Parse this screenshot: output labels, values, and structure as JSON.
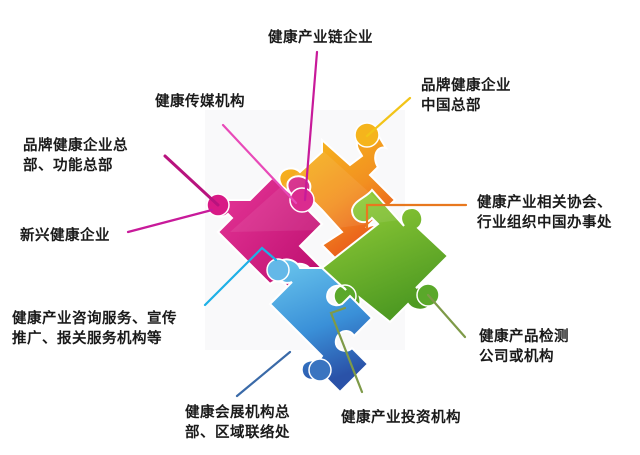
{
  "diagram": {
    "type": "puzzle-callout",
    "colors": {
      "magenta": "#d4147e",
      "orange": "#f0901c",
      "yellow": "#f5c21a",
      "green": "#6cb32a",
      "blue": "#3d97d8",
      "line_magenta": "#c81a9a",
      "line_pink": "#e84ab8",
      "line_yellow": "#f2c418",
      "line_orange": "#e8781e",
      "line_cyan": "#1eb0e6",
      "line_navy": "#3a6aa8",
      "line_olive": "#7e9a48"
    },
    "pieces": [
      {
        "name": "magenta-piece",
        "color": "magenta"
      },
      {
        "name": "orange-piece",
        "color": "orange"
      },
      {
        "name": "green-piece",
        "color": "green"
      },
      {
        "name": "blue-piece",
        "color": "blue"
      }
    ],
    "labels": {
      "industry_chain": [
        "健康产业链企业"
      ],
      "brand_china_hq": [
        "品牌健康企业",
        "中国总部"
      ],
      "media": [
        "健康传媒机构"
      ],
      "brand_hq": [
        "品牌健康企业总",
        "部、功能总部"
      ],
      "emerging": [
        "新兴健康企业"
      ],
      "associations": [
        "健康产业相关协会、",
        "行业组织中国办事处"
      ],
      "consulting": [
        "健康产业咨询服务、宣传",
        "推广、报关服务机构等"
      ],
      "testing": [
        "健康产品检测",
        "公司或机构"
      ],
      "exhibition": [
        "健康会展机构总",
        "部、区域联络处"
      ],
      "investment": [
        "健康产业投资机构"
      ]
    }
  }
}
